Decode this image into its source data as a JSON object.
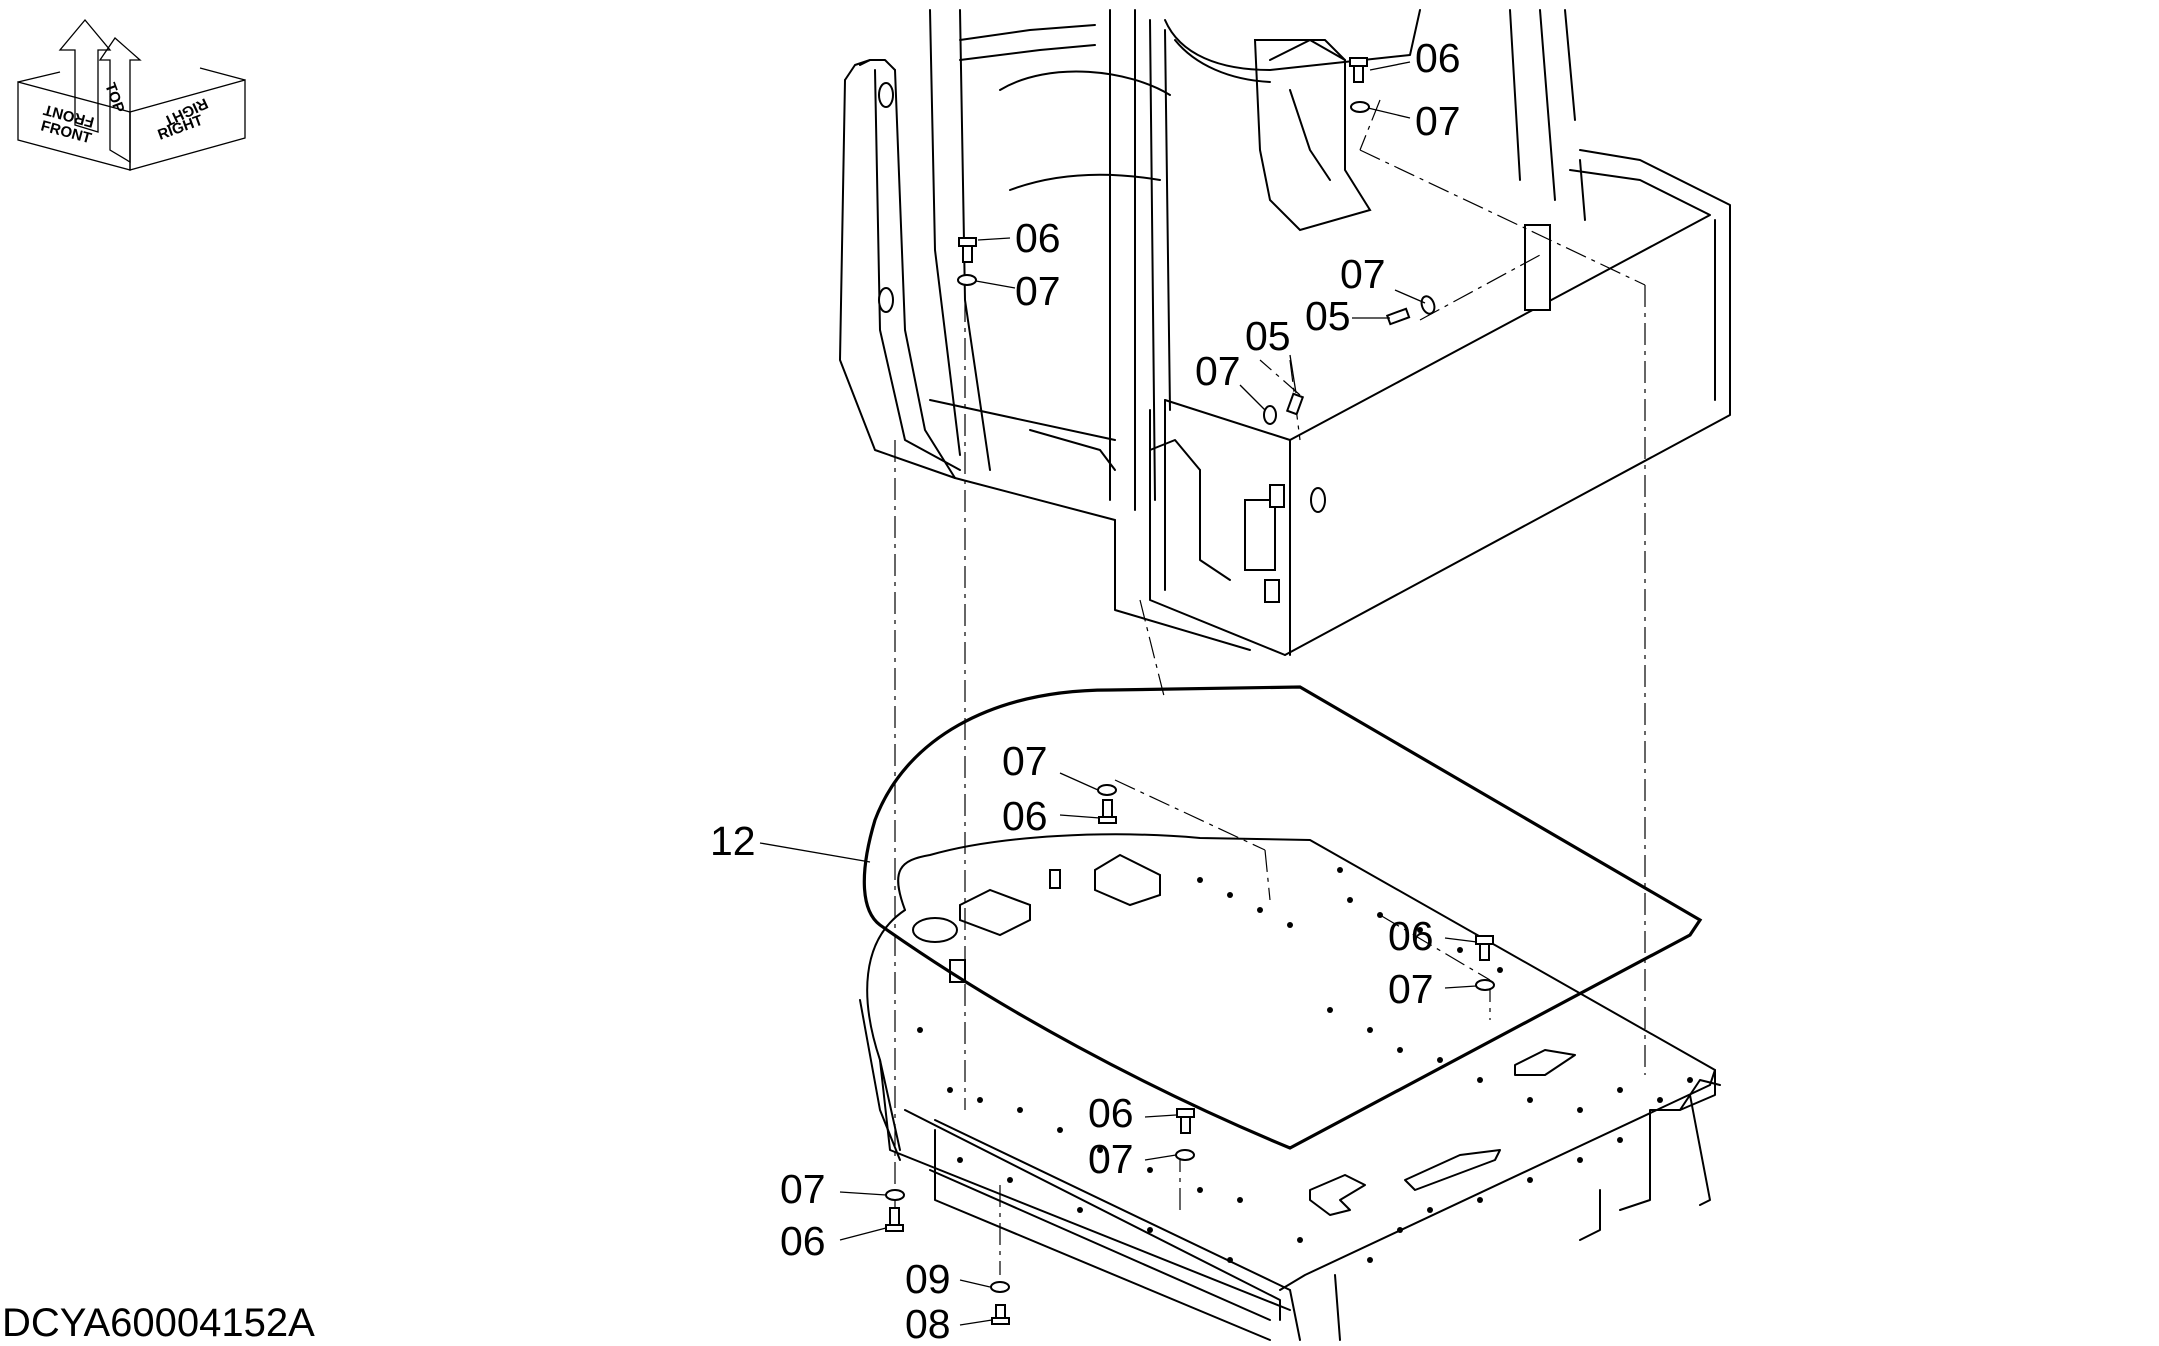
{
  "drawing_id": "DCYA60004152A",
  "orientation_icon": {
    "directions": [
      "TOP",
      "FRONT",
      "FRONT",
      "RIGHT",
      "RIGHT"
    ]
  },
  "callouts": [
    "06",
    "07",
    "06",
    "07",
    "07",
    "05",
    "05",
    "07",
    "07",
    "06",
    "12",
    "06",
    "07",
    "06",
    "07",
    "07",
    "06",
    "09",
    "08"
  ]
}
